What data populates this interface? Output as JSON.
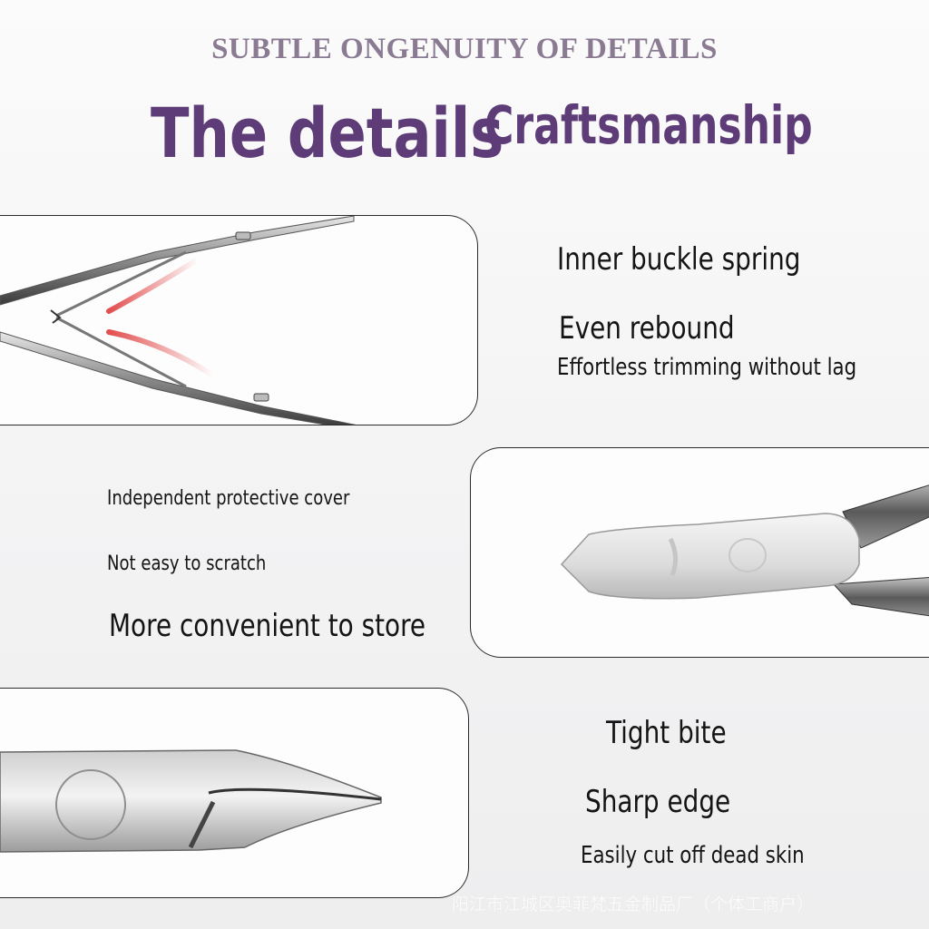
{
  "header": {
    "subtitle": "SUBTLE ONGENUITY OF  DETAILS",
    "title_main": "The details",
    "title_sub": "Craftsmanship"
  },
  "sections": [
    {
      "image": "nipper-spring-closeup",
      "captions": [
        "Inner buckle spring",
        "Even rebound",
        "Effortless trimming without lag"
      ]
    },
    {
      "image": "nipper-protective-cover",
      "captions": [
        "Independent protective cover",
        "Not easy to scratch",
        "More convenient to store"
      ]
    },
    {
      "image": "nipper-blade-closeup",
      "captions": [
        "Tight bite",
        "Sharp edge",
        "Easily cut off dead skin"
      ]
    }
  ],
  "watermark": "阳江市江城区奥菲梵五金制品厂（个体工商户）",
  "colors": {
    "title": "#5d3c78",
    "subtitle": "#8a7b93",
    "accent_red": "#e03a3a",
    "text": "#141414"
  }
}
